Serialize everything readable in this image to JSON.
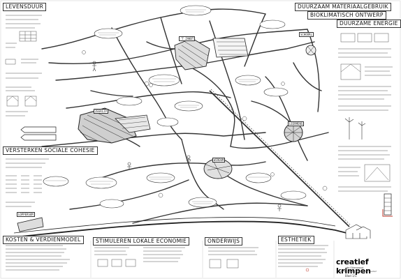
{
  "sections": {
    "levensduur": "LEVENSDUUR",
    "duurzaam_materiaal": "DUURZAAM MATERIAALGEBRUIK",
    "bioklimatisch": "BIOKLIMATISCH ONTWERP",
    "duurzame_energie": "DUURZAME ENERGIE",
    "sociale_cohesie": "VERSTERKEN SOCIALE COHESIE",
    "kosten": "KOSTEN & VERDIENMODEL",
    "lokale_economie": "STIMULEREN LOKALE ECONOMIE",
    "onderwijs": "ONDERWIJS",
    "esthetiek": "ESTHETIEK"
  },
  "places": {
    "schoorl": "SCHOORL",
    "t_zandt": "'T ZANDT",
    "zeerijp": "ZEERIJP",
    "loppersum": "LOPPERSUM",
    "wirdum": "WIRDUM",
    "leermens": "LEERMENS"
  },
  "brand": {
    "name": "creatief krimpen",
    "sub": "de Eikenwoud",
    "sub2": "kennis · lokaal · duurzaam · creatief",
    "page": "Blad 1/1"
  },
  "colors": {
    "ink": "#222222",
    "paper": "#ffffff",
    "accent_red": "#c0392b"
  }
}
